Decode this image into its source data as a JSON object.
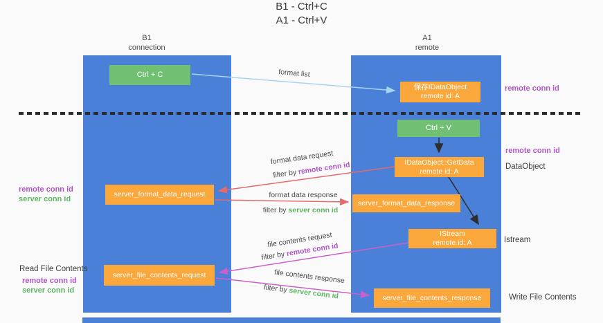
{
  "title": {
    "line1": "B1 - Ctrl+C",
    "line2": "A1 - Ctrl+V"
  },
  "lanes": {
    "left": {
      "name": "B1",
      "role": "connection"
    },
    "right": {
      "name": "A1",
      "role": "remote"
    }
  },
  "nodes": {
    "ctrl_c": {
      "label": "Ctrl + C"
    },
    "save_idataobject": {
      "line1": "保存IDataObject",
      "line2": "remote id: A"
    },
    "ctrl_v": {
      "label": "Ctrl + V"
    },
    "idataobject_getdata": {
      "line1": "IDataObject::GetData",
      "line2": "remote id: A"
    },
    "server_format_data_request": {
      "label": "server_format_data_request"
    },
    "server_format_data_response": {
      "label": "server_format_data_response"
    },
    "istream": {
      "line1": "IStream",
      "line2": "remote id: A"
    },
    "server_file_contents_request": {
      "label": "server_file_contents_request"
    },
    "server_file_contents_response": {
      "label": "server_file_contents_response"
    }
  },
  "arrow_labels": {
    "format_list": "format list",
    "format_data_request": "format data request",
    "format_data_response": "format data response",
    "file_contents_request": "file contents request",
    "file_contents_response": "file contents response",
    "filter_by": "filter by ",
    "remote_conn_id": "remote conn id",
    "server_conn_id": "server conn id"
  },
  "side_labels": {
    "remote_conn_id": "remote conn id",
    "server_conn_id": "server conn id",
    "dataobject": "DataObject",
    "istream": "Istream",
    "read_file_contents": "Read File Contents",
    "write_file_contents": "Write File Contents"
  },
  "colors": {
    "lane_blue": "#4a80d8",
    "node_orange": "#faa73c",
    "node_green": "#70bf73",
    "arrow_red": "#e26b6b",
    "arrow_magenta": "#cb5fcb",
    "arrow_lightblue": "#a8d3f1",
    "arrow_black": "#2e2e2e",
    "text_purple": "#b055c8",
    "text_green": "#5cb860",
    "bg": "#fafafa"
  }
}
